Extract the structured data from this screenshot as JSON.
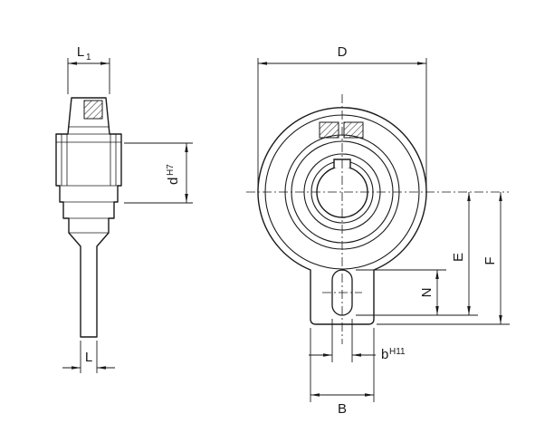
{
  "drawing": {
    "type": "technical-drawing",
    "subject": "hanger bearing unit, two orthographic views",
    "background": "#ffffff",
    "line_color": "#1a1a1a",
    "views": {
      "side_view": "side section view with hanger shaft",
      "front_view": "front view with circular housing and slotted hanger arm"
    },
    "dimensions": {
      "L1": {
        "label": "L",
        "sub": "1"
      },
      "d": {
        "label": "d",
        "tolerance": "H7"
      },
      "L": {
        "label": "L"
      },
      "D": {
        "label": "D"
      },
      "E": {
        "label": "E"
      },
      "F": {
        "label": "F"
      },
      "N": {
        "label": "N"
      },
      "b": {
        "label": "b",
        "tolerance": "H11"
      },
      "B": {
        "label": "B"
      }
    }
  }
}
